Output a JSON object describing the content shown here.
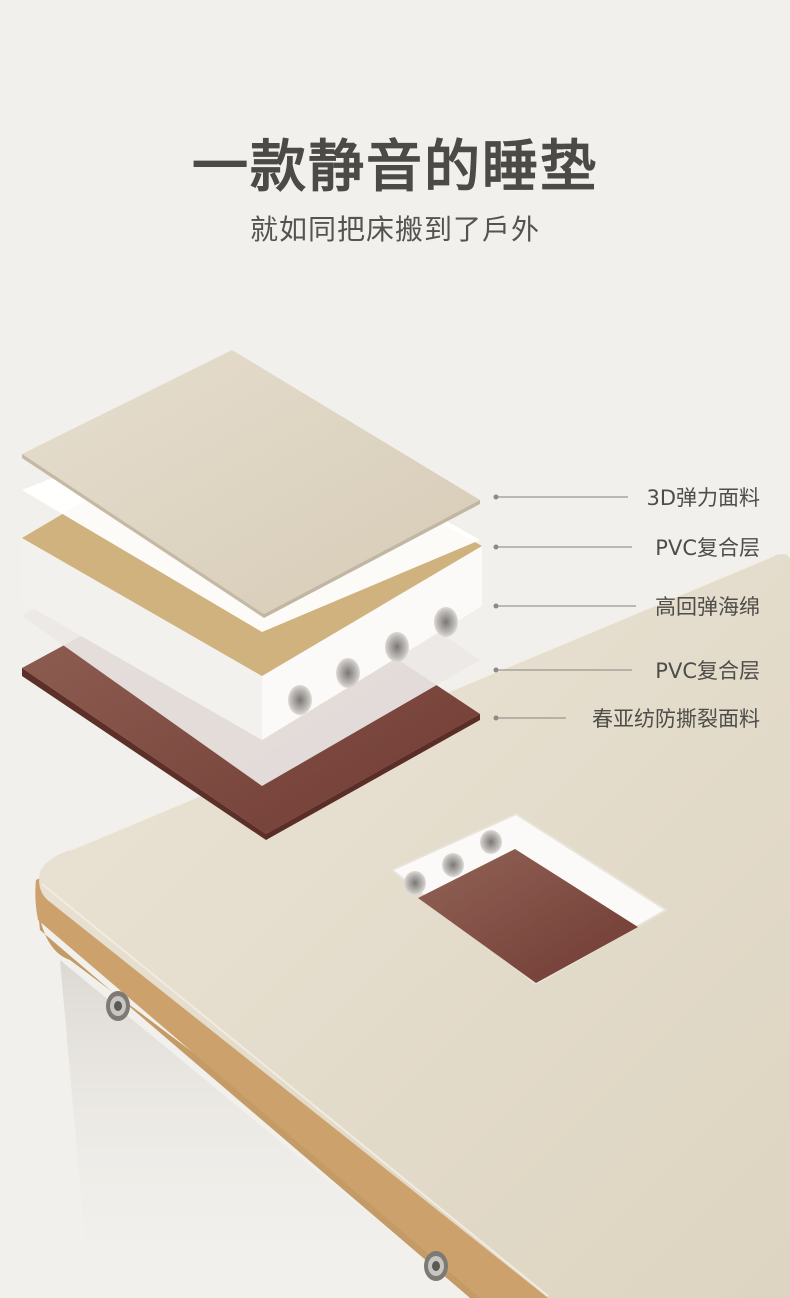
{
  "header": {
    "title": "一款静音的睡垫",
    "subtitle": "就如同把床搬到了戶外"
  },
  "layers": [
    {
      "label": "3D弹力面料",
      "color": "#ddd3c0"
    },
    {
      "label": "PVC复合层",
      "color": "#ffffff"
    },
    {
      "label": "高回弹海绵",
      "color": "#cfb27e"
    },
    {
      "label": "PVC复合层",
      "color": "#eae6e4"
    },
    {
      "label": "春亚纺防撕裂面料",
      "color": "#7e433b"
    }
  ],
  "colors": {
    "background": "#f2f0ec",
    "mattress_top": "#e3dbc9",
    "mattress_side": "#c79b63",
    "leader_line": "#9a9791"
  }
}
